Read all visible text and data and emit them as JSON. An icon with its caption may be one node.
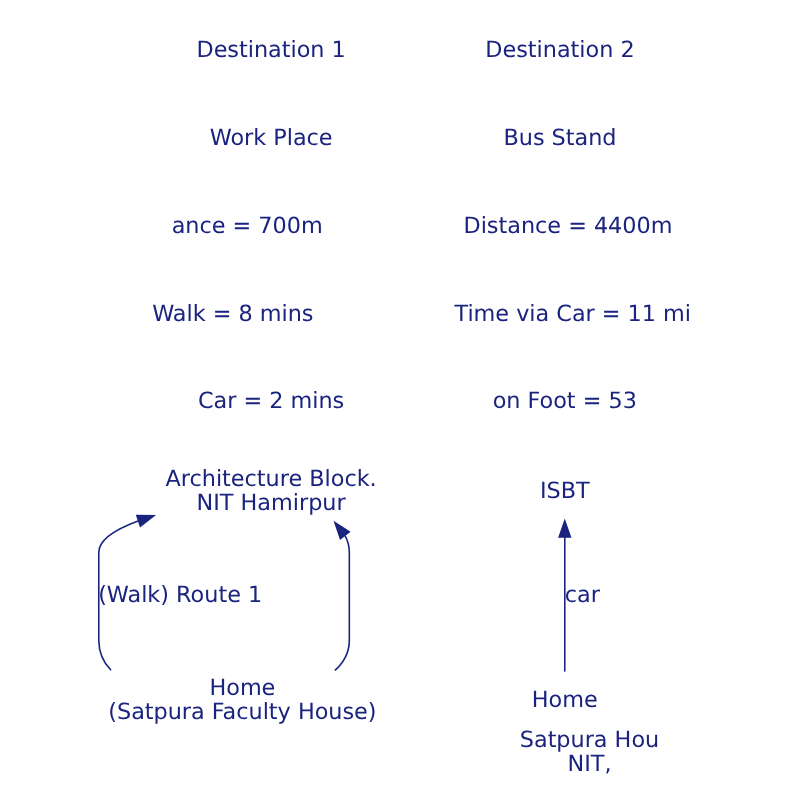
{
  "diagram": {
    "nodes": [
      {
        "text": [
          "Architecture Block.",
          "NIT Hamirpur"
        ]
      },
      {
        "text": [
          "Home",
          "(Satpura Faculty House)"
        ]
      },
      {
        "text": [
          "ISBT"
        ]
      },
      {
        "text": [
          "Home"
        ],
        "beside": [
          "Satpura Hou",
          "NIT,"
        ]
      }
    ],
    "edges": [
      {
        "from": 1,
        "to": 0,
        "arrow": "to"
      },
      {
        "from": 1,
        "to": 0,
        "arrow": "to",
        "label": "(Walk) Route 1"
      },
      {
        "from": 3,
        "to": 2,
        "arrow": "to",
        "label": "car"
      }
    ],
    "labels": [
      "Destination 1",
      "Destination 2",
      "Work Place",
      "Bus Stand",
      "ance = 700m",
      "Distance = 4400m",
      "Walk = 8 mins",
      "Time via Car = 11 mi",
      "Car = 2 mins",
      "on Foot = 53"
    ]
  }
}
